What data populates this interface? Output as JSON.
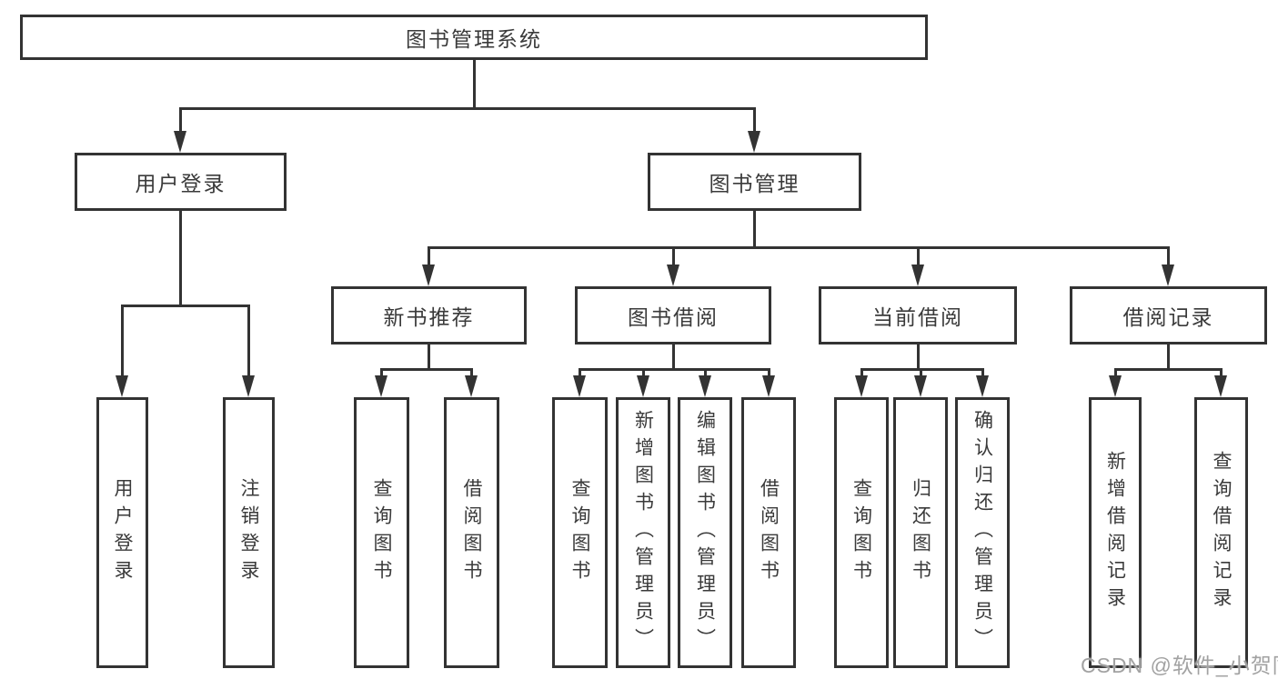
{
  "diagram": {
    "root": {
      "label": "图书管理系统"
    },
    "user_branch": {
      "label": "用户登录",
      "children": [
        "用户登录",
        "注销登录"
      ]
    },
    "book_branch": {
      "label": "图书管理",
      "groups": [
        {
          "label": "新书推荐",
          "children": [
            "查询图书",
            "借阅图书"
          ]
        },
        {
          "label": "图书借阅",
          "children": [
            "查询图书",
            "新增图书（管理员）",
            "编辑图书（管理员）",
            "借阅图书"
          ]
        },
        {
          "label": "当前借阅",
          "children": [
            "查询图书",
            "归还图书",
            "确认归还（管理员）"
          ]
        },
        {
          "label": "借阅记录",
          "children": [
            "新增借阅记录",
            "查询借阅记录"
          ]
        }
      ]
    }
  },
  "colors": {
    "line": "#333333",
    "box_border": "#333333",
    "text": "#3a3a3a",
    "background": "#ffffff",
    "watermark": "#a2a2a2"
  },
  "watermark": "CSDN @软件_小贺同学"
}
